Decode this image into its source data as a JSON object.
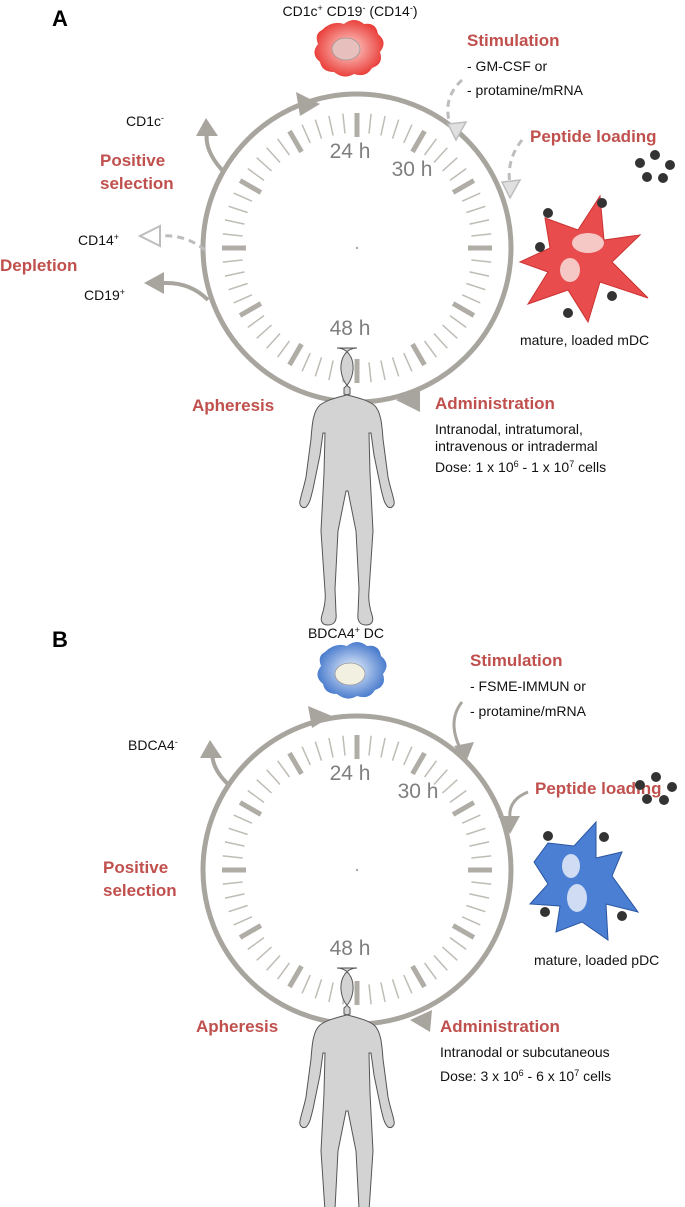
{
  "panels": [
    {
      "letter": "A",
      "times": [
        "24 h",
        "30 h",
        "48 h"
      ],
      "cell_label_html": "CD1c<tspan baseline-shift=\"super\" font-size=\"10\">+</tspan> CD19<tspan baseline-shift=\"super\" font-size=\"10\">-</tspan> (CD14<tspan baseline-shift=\"super\" font-size=\"10\">-</tspan>)",
      "stimulation": {
        "title": "Stimulation",
        "lines": [
          "- GM-CSF or",
          "- protamine/mRNA"
        ]
      },
      "peptide_loading": "Peptide loading",
      "mature_label": "mature, loaded mDC",
      "administration": {
        "title": "Administration",
        "lines": [
          "Intranodal, intratumoral,",
          "intravenous or intradermal"
        ],
        "dose": "Dose: 1 x 10⁶ - 1 x 10⁷ cells"
      },
      "apheresis": "Apheresis",
      "positive_selection": [
        "Positive",
        "selection"
      ],
      "depletion": "Depletion",
      "markers": {
        "cd1c_neg": "CD1c⁻",
        "cd14_pos": "CD14⁺",
        "cd19_pos": "CD19⁺"
      },
      "cell_color": "#e84c4c"
    },
    {
      "letter": "B",
      "times": [
        "24 h",
        "30 h",
        "48 h"
      ],
      "cell_label": "BDCA4⁺ DC",
      "stimulation": {
        "title": "Stimulation",
        "lines": [
          "- FSME-IMMUN or",
          "- protamine/mRNA"
        ]
      },
      "peptide_loading": "Peptide loading",
      "mature_label": "mature, loaded pDC",
      "administration": {
        "title": "Administration",
        "lines": [
          "Intranodal or subcutaneous"
        ],
        "dose": "Dose: 3 x 10⁶ - 6 x 10⁷ cells"
      },
      "apheresis": "Apheresis",
      "positive_selection": [
        "Positive",
        "selection"
      ],
      "markers": {
        "bdca4_neg": "BDCA4⁻"
      },
      "cell_color": "#4a7fd4"
    }
  ],
  "colors": {
    "accent": "#c0504d",
    "clock": "#a8a59e",
    "human": "#d3d3d3",
    "dot": "#333333"
  }
}
